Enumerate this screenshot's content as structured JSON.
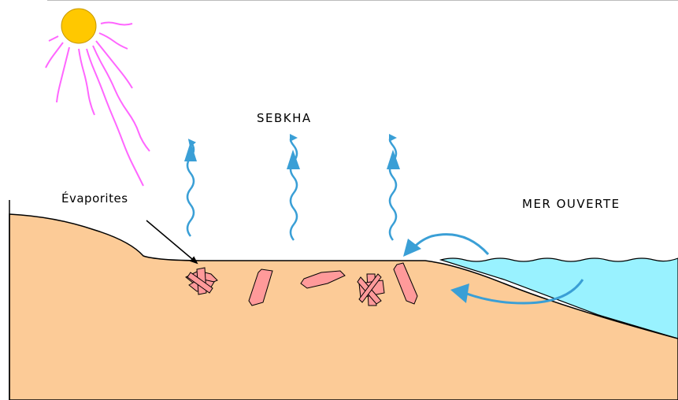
{
  "labels": {
    "evaporites": "Évaporites",
    "sebkha": "SEBKHA",
    "open_sea": "MER OUVERTE"
  },
  "colors": {
    "sand": "#fccb97",
    "sea": "#99f2ff",
    "sun": "#ffc800",
    "rays": "#ff66ff",
    "arrows": "#3a9fd6",
    "crystals": "#ff9a9a"
  },
  "icons": [
    "sun-icon",
    "evaporation-arrow-icon",
    "seawater-flow-arrow-icon",
    "evaporite-crystal-icon"
  ]
}
